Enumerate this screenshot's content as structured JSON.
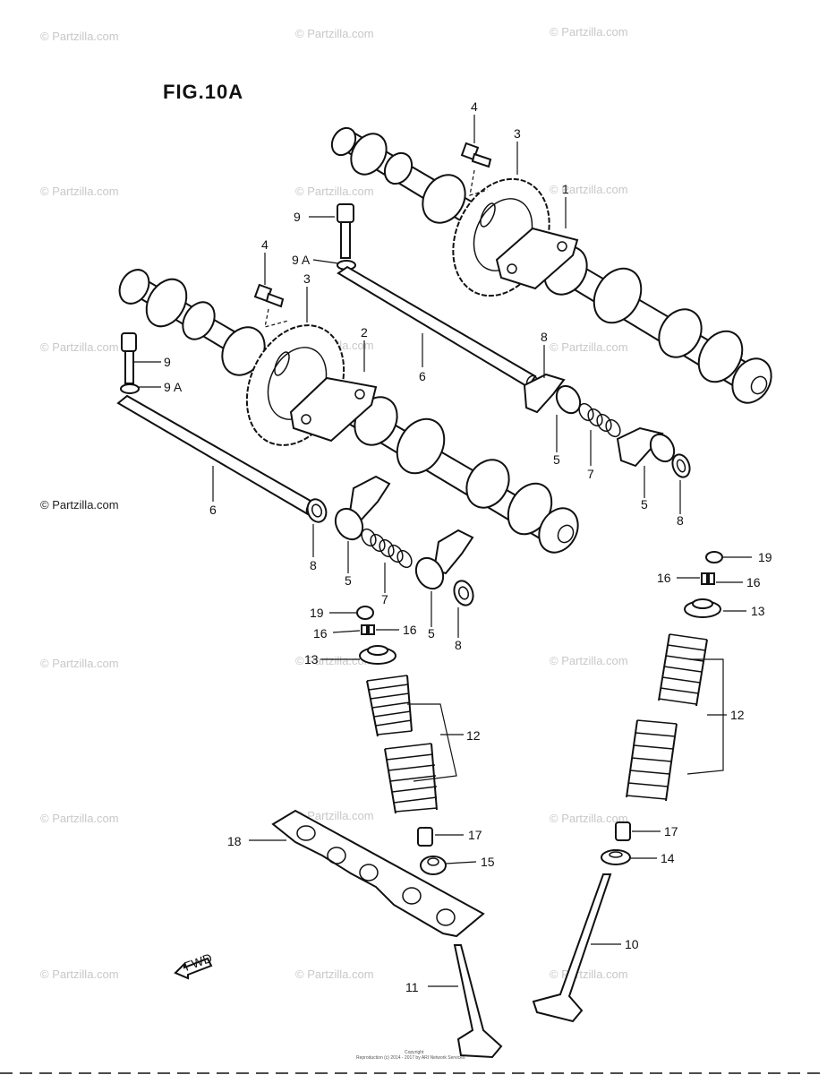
{
  "title": "FIG.10A",
  "watermark": "© Partzilla.com",
  "fwd_label": "FWD",
  "copyright_line1": "Copyright",
  "copyright_line2": "Reproduction (c) 2014 - 2017 by ARI Network Services",
  "callouts": {
    "c1": "1",
    "c2": "2",
    "c3a": "3",
    "c3b": "3",
    "c4a": "4",
    "c4b": "4",
    "c5a": "5",
    "c5b": "5",
    "c5c": "5",
    "c5d": "5",
    "c6a": "6",
    "c6b": "6",
    "c7a": "7",
    "c7b": "7",
    "c8a": "8",
    "c8b": "8",
    "c8c": "8",
    "c8d": "8",
    "c9a": "9",
    "c9b": "9",
    "c9Aa": "9 A",
    "c9Ab": "9 A",
    "c10": "10",
    "c11": "11",
    "c12a": "12",
    "c12b": "12",
    "c13a": "13",
    "c13b": "13",
    "c14": "14",
    "c15": "15",
    "c16a": "16",
    "c16b": "16",
    "c16c": "16",
    "c16d": "16",
    "c17a": "17",
    "c17b": "17",
    "c18": "18",
    "c19a": "19",
    "c19b": "19"
  }
}
